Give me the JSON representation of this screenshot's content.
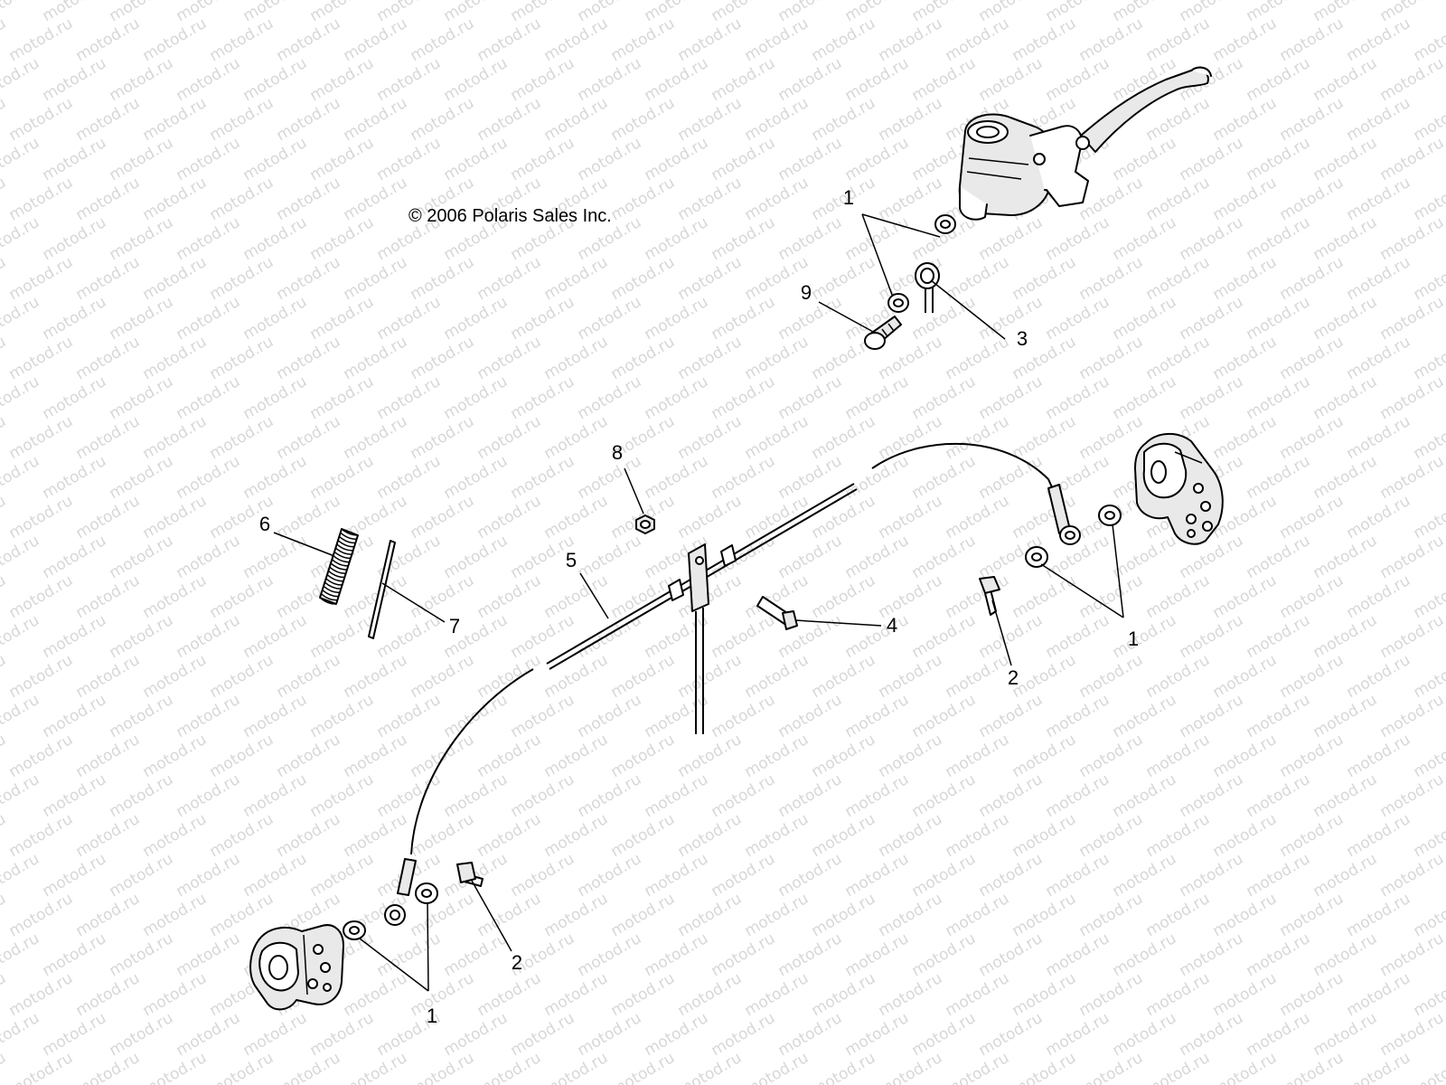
{
  "copyright": "© 2006 Polaris Sales Inc.",
  "watermark": "motod.ru",
  "colors": {
    "line": "#000000",
    "watermark": "#d7d7d7",
    "background": "#ffffff"
  },
  "callouts": {
    "c1_top": "1",
    "c9": "9",
    "c3": "3",
    "c8": "8",
    "c6": "6",
    "c7": "7",
    "c5": "5",
    "c4": "4",
    "c2_right": "2",
    "c1_right": "1",
    "c2_bottom": "2",
    "c1_bottom": "1"
  },
  "parts": [
    "master-cylinder",
    "caliper-right",
    "caliper-left",
    "brake-line",
    "spring",
    "pin",
    "nut",
    "bolt",
    "banjo-bolt",
    "sealing-washer"
  ]
}
